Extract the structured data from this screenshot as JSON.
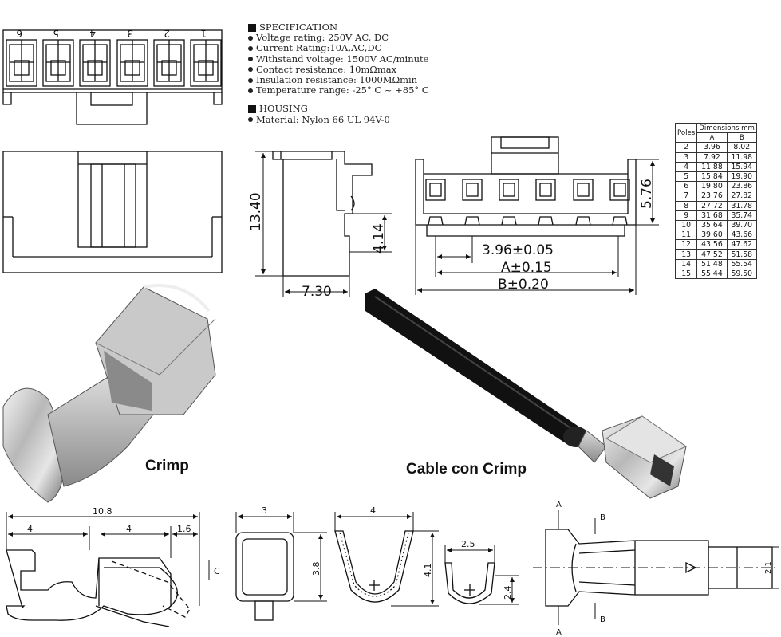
{
  "specification": {
    "header": "SPECIFICATION",
    "items": [
      "Voltage rating: 250V AC, DC",
      "Current Rating:10A,AC,DC",
      "Withstand voltage: 1500V AC/minute",
      "Contact resistance: 10mΩmax",
      "Insulation resistance: 1000MΩmin",
      "Temperature range: -25° C ~ +85° C"
    ]
  },
  "housing": {
    "header": "HOUSING",
    "items": [
      "Material: Nylon 66 UL 94V-0"
    ]
  },
  "pin_numbers": [
    "6",
    "5",
    "4",
    "3",
    "2",
    "1"
  ],
  "side_view": {
    "height": "13.40",
    "slot": "4.14",
    "width": "7.30"
  },
  "front_view": {
    "height": "5.76",
    "pitch": "3.96±0.05",
    "a": "A±0.15",
    "b": "B±0.20"
  },
  "table": {
    "col_poles": "Poles",
    "col_dims": "Dimensions mm",
    "col_a": "A",
    "col_b": "B",
    "rows": [
      [
        "2",
        "3.96",
        "8.02"
      ],
      [
        "3",
        "7.92",
        "11.98"
      ],
      [
        "4",
        "11.88",
        "15.94"
      ],
      [
        "5",
        "15.84",
        "19.90"
      ],
      [
        "6",
        "19.80",
        "23.86"
      ],
      [
        "7",
        "23.76",
        "27.82"
      ],
      [
        "8",
        "27.72",
        "31.78"
      ],
      [
        "9",
        "31.68",
        "35.74"
      ],
      [
        "10",
        "35.64",
        "39.70"
      ],
      [
        "11",
        "39.60",
        "43.66"
      ],
      [
        "12",
        "43.56",
        "47.62"
      ],
      [
        "13",
        "47.52",
        "51.58"
      ],
      [
        "14",
        "51.48",
        "55.54"
      ],
      [
        "15",
        "55.44",
        "59.50"
      ]
    ]
  },
  "photo_labels": {
    "crimp": "Crimp",
    "cable": "Cable con Crimp"
  },
  "crimp_dims": {
    "total": "10.8",
    "left": "4",
    "mid": "4",
    "right": "1.6",
    "c": "C",
    "width3": "3",
    "h38": "3.8",
    "w4": "4",
    "h41": "4.1",
    "w25": "2.5",
    "h24": "2.4",
    "a": "A",
    "b": "B",
    "h21": "2.1"
  }
}
